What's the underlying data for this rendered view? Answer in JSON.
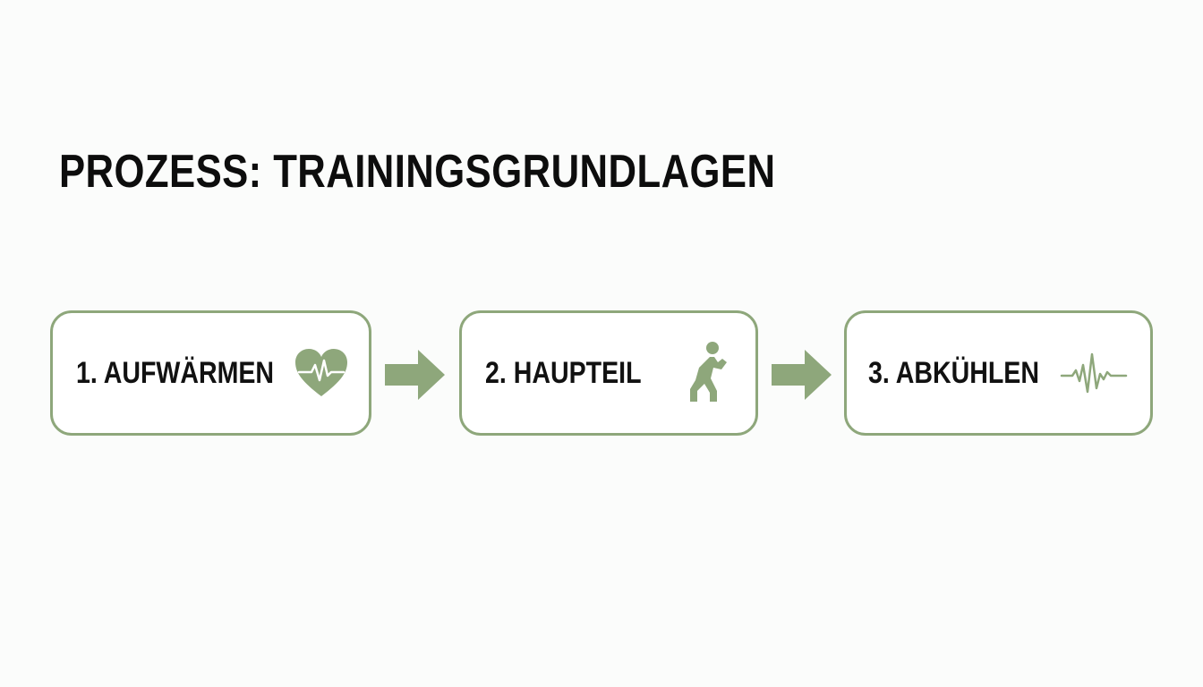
{
  "title": "PROZESS: TRAININGSGRUNDLAGEN",
  "accent_color": "#8ea77b",
  "steps": [
    {
      "label": "1. AUFWÄRMEN",
      "icon": "heart-pulse-icon"
    },
    {
      "label": "2. HAUPTEIL",
      "icon": "squat-person-icon"
    },
    {
      "label": "3. ABKÜHLEN",
      "icon": "pulse-line-icon"
    }
  ],
  "connectors": [
    "arrow-right-icon",
    "arrow-right-icon"
  ]
}
